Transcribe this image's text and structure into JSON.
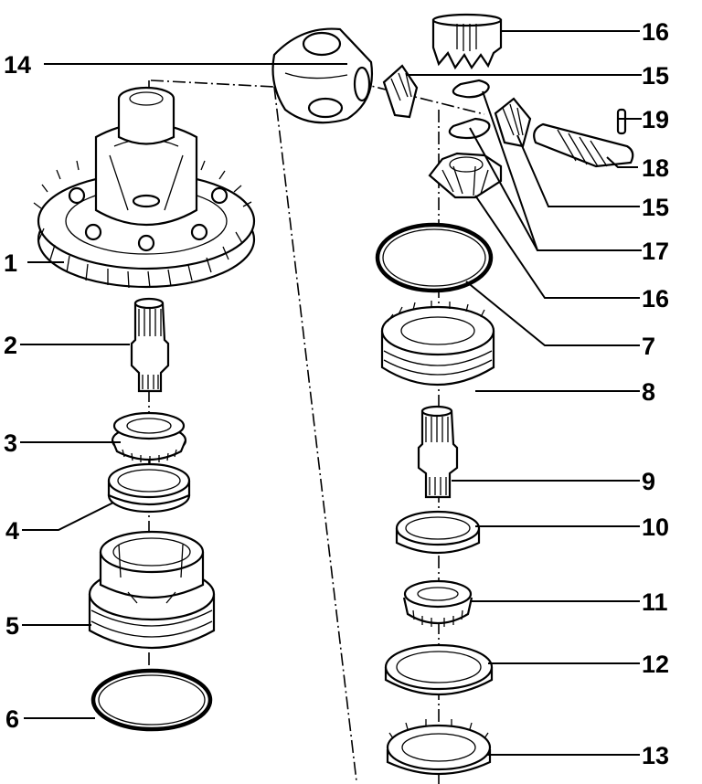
{
  "callouts": [
    {
      "id": "1",
      "text": "1"
    },
    {
      "id": "2",
      "text": "2"
    },
    {
      "id": "3",
      "text": "3"
    },
    {
      "id": "4",
      "text": "4"
    },
    {
      "id": "5",
      "text": "5"
    },
    {
      "id": "6",
      "text": "6"
    },
    {
      "id": "7",
      "text": "7"
    },
    {
      "id": "8",
      "text": "8"
    },
    {
      "id": "9",
      "text": "9"
    },
    {
      "id": "10",
      "text": "10"
    },
    {
      "id": "11",
      "text": "11"
    },
    {
      "id": "12",
      "text": "12"
    },
    {
      "id": "13",
      "text": "13"
    },
    {
      "id": "14",
      "text": "14"
    },
    {
      "id": "15a",
      "text": "15"
    },
    {
      "id": "15b",
      "text": "15"
    },
    {
      "id": "16a",
      "text": "16"
    },
    {
      "id": "16b",
      "text": "16"
    },
    {
      "id": "17",
      "text": "17"
    },
    {
      "id": "18",
      "text": "18"
    },
    {
      "id": "19",
      "text": "19"
    }
  ]
}
